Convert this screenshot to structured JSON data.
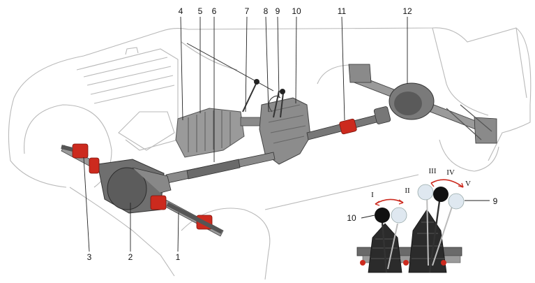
{
  "diagram": {
    "top_labels": [
      "4",
      "5",
      "6",
      "7",
      "8",
      "9",
      "10",
      "11",
      "12"
    ],
    "bottom_labels": [
      "3",
      "2",
      "1"
    ],
    "inset": {
      "positions": [
        "I",
        "II",
        "III",
        "IV",
        "V"
      ],
      "left_callout": "10",
      "right_callout": "9"
    }
  }
}
